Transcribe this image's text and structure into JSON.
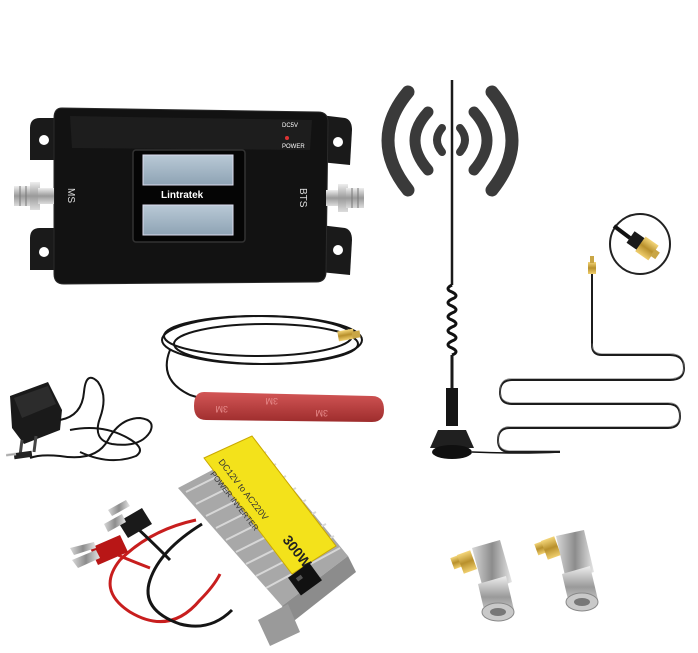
{
  "repeater": {
    "brand": "Lintratek",
    "port_left": "MS",
    "port_right": "BTS",
    "power_label_1": "DC5V",
    "power_label_2": "POWER",
    "color_body": "#111111"
  },
  "indoor_antenna": {
    "tape_text_1": "3M",
    "tape_text_2": "3M",
    "tape_text_3": "3M",
    "color_body": "#b83a3a"
  },
  "inverter": {
    "label_line_1": "DC12V to AC220V",
    "label_line_2": "POWER INVERTER",
    "wattage": "300W",
    "color_label": "#f3e21b"
  },
  "icons": [
    "signal-waves-icon",
    "sma-connector-icon",
    "n-connector-icon",
    "power-adapter-icon"
  ]
}
